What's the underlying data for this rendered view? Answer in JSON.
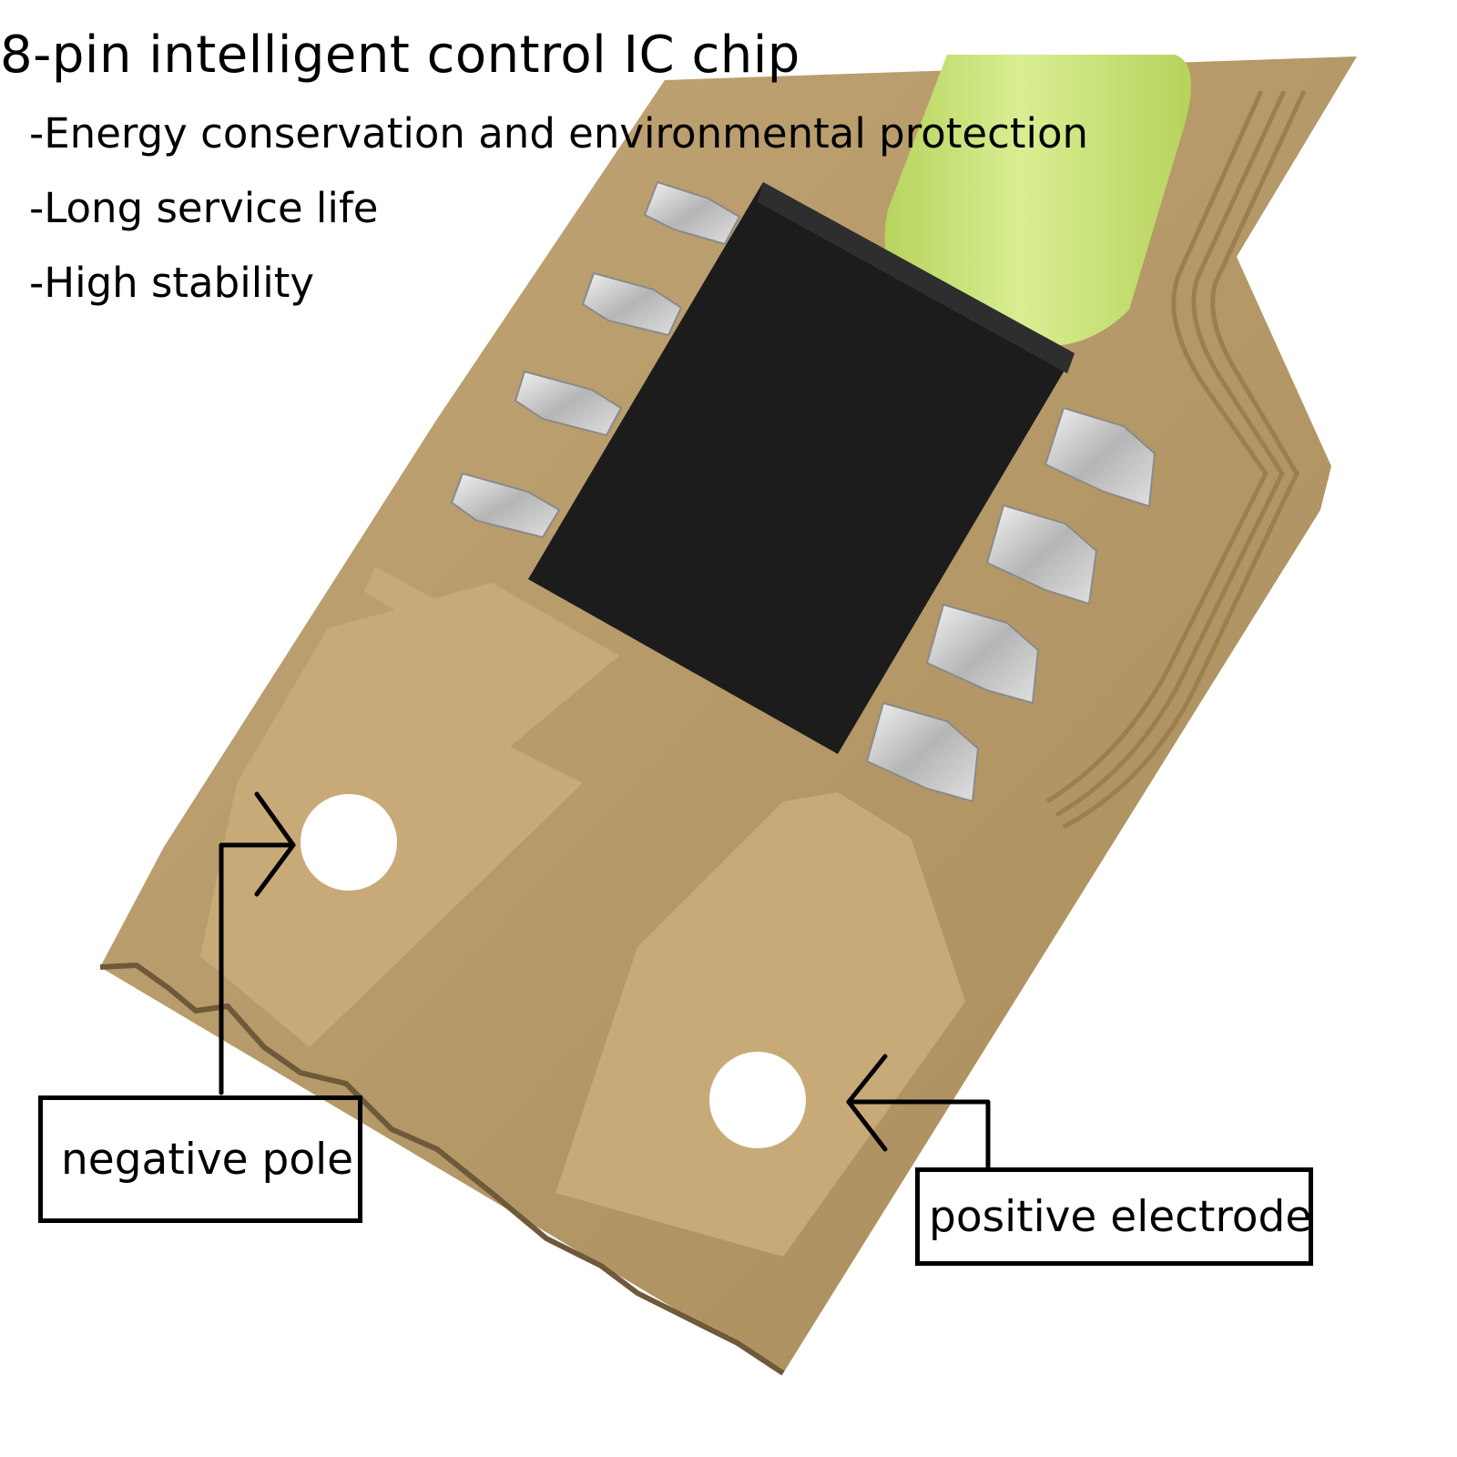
{
  "header": {
    "title": "8-pin intelligent control IC chip",
    "features": [
      "-Energy conservation and environmental protection",
      "-Long service life",
      "-High stability"
    ]
  },
  "callouts": {
    "negative": "negative pole",
    "positive": "positive electrode"
  },
  "colors": {
    "board": "#b89c68",
    "pad": "#c7a877",
    "chip": "#1b1b1b",
    "pin": "#bfbfbf",
    "tube": "#c9e27a"
  }
}
